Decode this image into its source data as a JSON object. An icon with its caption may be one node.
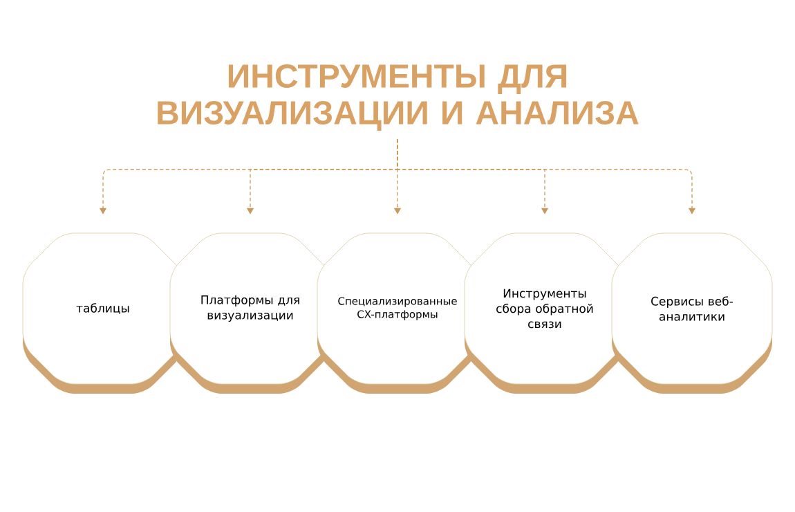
{
  "diagram": {
    "nodes": [
      {
        "text": [
          "ИНСТРУМЕНТЫ ДЛЯ ВИЗУАЛИЗАЦИИ И АНАЛИЗА"
        ]
      },
      {
        "text": [
          "таблицы"
        ]
      },
      {
        "text": [
          "Платформы для визуализации"
        ]
      },
      {
        "text": [
          "Специализированные CX-платформы"
        ]
      },
      {
        "text": [
          "Инструменты сбора обратной связи"
        ]
      },
      {
        "text": [
          "Сервисы веб-аналитики"
        ]
      }
    ],
    "edges": [
      {
        "from": 0,
        "to": 1,
        "arrow": "to",
        "style": "dashed"
      },
      {
        "from": 0,
        "to": 2,
        "arrow": "to",
        "style": "dashed"
      },
      {
        "from": 0,
        "to": 3,
        "arrow": "to",
        "style": "dashed"
      },
      {
        "from": 0,
        "to": 4,
        "arrow": "to",
        "style": "dashed"
      },
      {
        "from": 0,
        "to": 5,
        "arrow": "to",
        "style": "dashed"
      }
    ]
  }
}
